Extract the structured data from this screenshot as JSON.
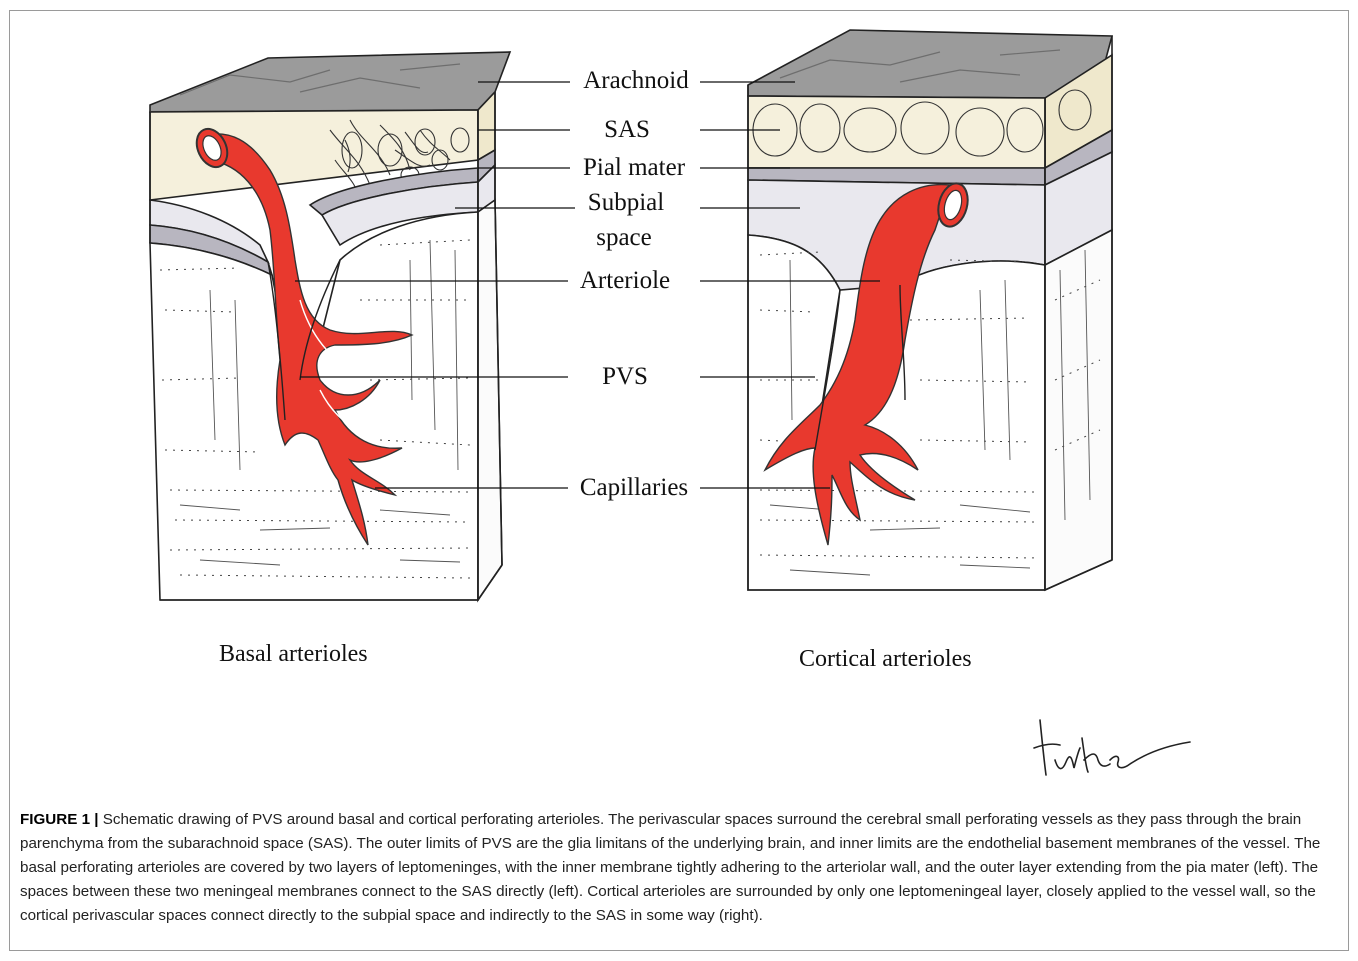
{
  "figure": {
    "labels": {
      "arachnoid": "Arachnoid",
      "sas": "SAS",
      "pial_mater": "Pial mater",
      "subpial_line1": "Subpial",
      "subpial_line2": "space",
      "arteriole": "Arteriole",
      "pvs": "PVS",
      "capillaries": "Capillaries"
    },
    "panels": {
      "left_caption": "Basal arterioles",
      "right_caption": "Cortical arterioles"
    },
    "signature": "handwritten signature",
    "colors": {
      "vessel": "#e8392e",
      "arachnoid": "#9b9b9b",
      "sas": "#f5f0dc",
      "pial": "#b8b6c0",
      "subpial": "#e9e8ee",
      "parenchyma": "#ffffff"
    }
  },
  "caption": {
    "label": "FIGURE 1 |",
    "text": "Schematic drawing of PVS around basal and cortical perforating arterioles. The perivascular spaces surround the cerebral small perforating vessels as they pass through the brain parenchyma from the subarachnoid space (SAS). The outer limits of PVS are the glia limitans of the underlying brain, and inner limits are the endothelial basement membranes of the vessel. The basal perforating arterioles are covered by two layers of leptomeninges, with the inner membrane tightly adhering to the arteriolar wall, and the outer layer extending from the pia mater (left). The spaces between these two meningeal membranes connect to the SAS directly (left). Cortical arterioles are surrounded by only one leptomeningeal layer, closely applied to the vessel wall, so the cortical perivascular spaces connect directly to the subpial space and indirectly to the SAS in some way (right)."
  }
}
